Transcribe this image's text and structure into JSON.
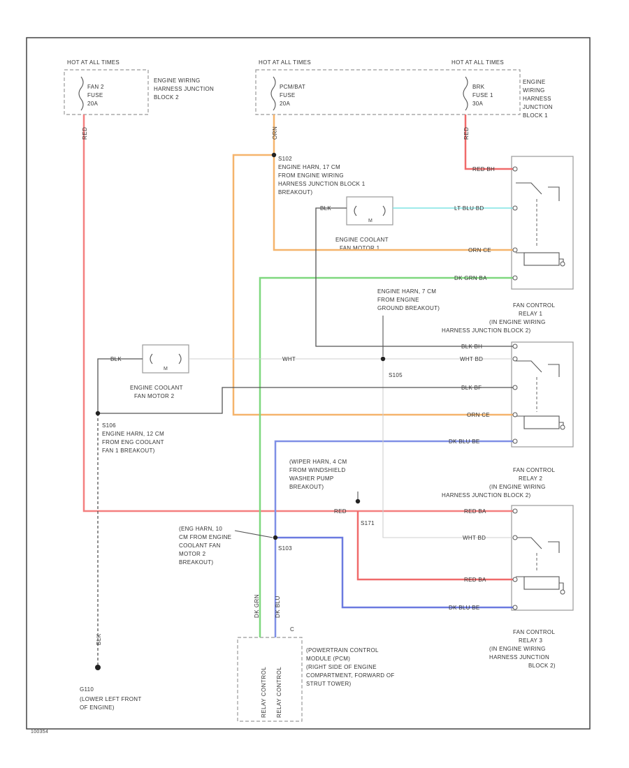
{
  "fuse_boxes": [
    {
      "feed": "HOT AT ALL TIMES",
      "fuse_label": [
        "FAN 2",
        "FUSE",
        "20A"
      ],
      "block": [
        "ENGINE WIRING",
        "HARNESS JUNCTION",
        "BLOCK 2"
      ]
    },
    {
      "feed": "HOT AT ALL TIMES",
      "fuse_label": [
        "PCM/BAT",
        "FUSE",
        "20A"
      ],
      "block": []
    },
    {
      "feed": "HOT AT ALL TIMES",
      "fuse_label": [
        "BRK",
        "FUSE 1",
        "30A"
      ],
      "block": [
        "ENGINE",
        "WIRING",
        "HARNESS",
        "JUNCTION",
        "BLOCK 1"
      ]
    }
  ],
  "splices": [
    {
      "id": "S102",
      "desc": [
        "ENGINE HARN, 17 CM",
        "FROM ENGINE WIRING",
        "HARNESS JUNCTION BLOCK 1",
        "BREAKOUT)"
      ]
    },
    {
      "id": "S106",
      "desc": [
        "ENGINE HARN, 12 CM",
        "FROM ENG COOLANT",
        "FAN 1 BREAKOUT)"
      ]
    },
    {
      "id": "S105",
      "desc": [
        "ENGINE HARN, 7 CM",
        "FROM ENGINE",
        "GROUND BREAKOUT)"
      ]
    },
    {
      "id": "S171",
      "desc": [
        "(WIPER HARN, 4 CM",
        "FROM WINDSHIELD",
        "WASHER PUMP",
        "BREAKOUT)"
      ]
    },
    {
      "id": "S103",
      "desc": [
        "(ENG HARN, 10",
        "CM FROM ENGINE",
        "COOLANT FAN",
        "MOTOR 2",
        "BREAKOUT)"
      ]
    }
  ],
  "components": {
    "fan_motor_1": "ENGINE COOLANT\nFAN MOTOR 1",
    "fan_motor_2": "ENGINE COOLANT\nFAN MOTOR 2",
    "relay_1": [
      "FAN CONTROL",
      "RELAY 1",
      "(IN ENGINE WIRING",
      "HARNESS JUNCTION BLOCK 2)"
    ],
    "relay_2": [
      "FAN CONTROL",
      "RELAY 2",
      "(IN ENGINE WIRING",
      "HARNESS JUNCTION BLOCK 2)"
    ],
    "relay_3": [
      "FAN CONTROL",
      "RELAY 3",
      "(IN ENGINE WIRING",
      "HARNESS JUNCTION",
      "BLOCK 2)"
    ],
    "pcm": [
      "(POWERTRAIN CONTROL",
      "MODULE (PCM)",
      "(RIGHT SIDE OF ENGINE",
      "COMPARTMENT, FORWARD OF",
      "STRUT TOWER)"
    ],
    "pcm_connector": "C",
    "pcm_pins": [
      "RELAY CONTROL",
      "RELAY CONTROL"
    ],
    "ground_id": "G110",
    "ground_desc": [
      "(LOWER LEFT FRONT",
      "OF ENGINE)"
    ]
  },
  "wire_labels": {
    "red_f2": "RED",
    "orn_pcm": "ORN",
    "red_brk": "RED",
    "relay1_pin1": "RED  BH",
    "relay1_pin2": "LT BLU  BD",
    "relay1_pin3": "ORN  CE",
    "relay1_pin4": "DK GRN  BA",
    "relay2_pin1": "BLK  BH",
    "relay2_pin2": "WHT  BD",
    "relay2_pin3": "BLK  BF",
    "relay2_pin4": "ORN  CE",
    "relay2_pin5": "DK BLU  BE",
    "relay3_pin1": "RED  BA",
    "relay3_pin2": "WHT  BD",
    "relay3_pin3": "RED  BA",
    "relay3_pin4": "DK BLU  BE",
    "fan1_blk": "BLK",
    "fan2_blk": "BLK",
    "wht_mid": "WHT",
    "red_bottom": "RED",
    "pcm_grn": "DK GRN",
    "pcm_blu": "DK BLU",
    "gnd_blk": "BLK",
    "motor_m": "M"
  },
  "footer": "100354"
}
